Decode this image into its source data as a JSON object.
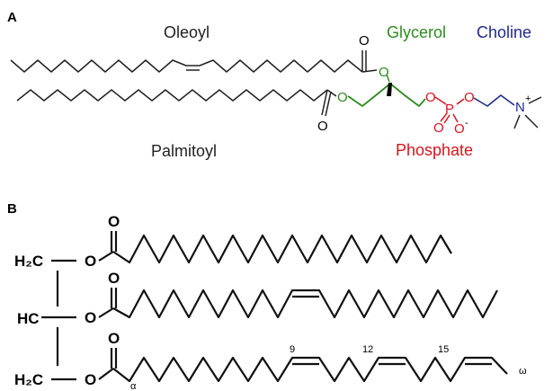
{
  "panels": {
    "a": "A",
    "b": "B"
  },
  "labels": {
    "oleoyl": "Oleoyl",
    "glycerol": "Glycerol",
    "choline": "Choline",
    "palmitoyl": "Palmitoyl",
    "phosphate": "Phosphate"
  },
  "atoms": {
    "oxygen": "O",
    "phosphorus": "P",
    "nitrogen": "N",
    "plus": "+",
    "minus": "-",
    "h2c": "H₂C",
    "hc": "HC",
    "dash": "—"
  },
  "positions": {
    "n9": "9",
    "n12": "12",
    "n15": "15",
    "alpha": "α",
    "omega": "ω"
  },
  "colors": {
    "glycerol": "#2e8b1e",
    "choline": "#1f2a8a",
    "phosphate": "#d8141e",
    "bond": "#222222"
  }
}
